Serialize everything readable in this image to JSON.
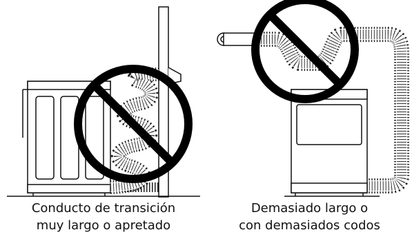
{
  "left_panel": {
    "caption_line1": "Conducto de transición",
    "caption_line2": "muy largo o apretado"
  },
  "right_panel": {
    "caption_line1": "Demasiado largo o",
    "caption_line2": "con demasiados codos"
  },
  "colors": {
    "line": "#111111",
    "prohibition": "#000000",
    "background": "#ffffff"
  }
}
